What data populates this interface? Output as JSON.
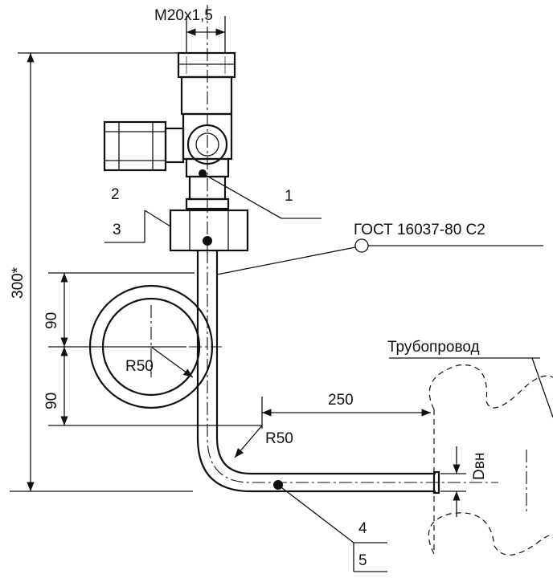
{
  "dimensions": {
    "thread": "М20х1,5",
    "height": "300*",
    "loop_half_1": "90",
    "loop_half_2": "90",
    "loop_radius": "R50",
    "bend_radius": "R50",
    "run_length": "250",
    "inner_diameter": "Dвн"
  },
  "callouts": {
    "p1": "1",
    "p2": "2",
    "p3": "3",
    "p4": "4",
    "p5": "5"
  },
  "notes": {
    "standard": "ГОСТ 16037-80 С2",
    "pipeline": "Трубопровод"
  }
}
